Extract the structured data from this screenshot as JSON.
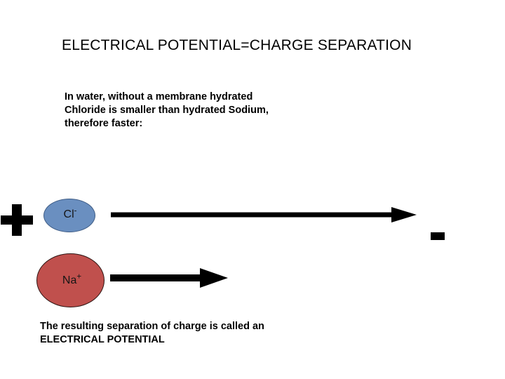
{
  "slide": {
    "title": "ELECTRICAL POTENTIAL=CHARGE SEPARATION",
    "background_color": "#ffffff",
    "intro_text": "In water, without a membrane hydrated\nChloride is smaller  than hydrated Sodium,\ntherefore faster:",
    "conclusion_text": "The resulting separation of charge is called an\nELECTRICAL POTENTIAL"
  },
  "charges": {
    "left_sign": "+",
    "left_sign_name": "plus-sign",
    "right_sign": "−",
    "right_sign_name": "minus-sign",
    "sign_color": "#000000"
  },
  "ions": [
    {
      "id": "chloride",
      "symbol": "Cl",
      "charge": "-",
      "label": "Cl-",
      "fill_color": "#6a8fc0",
      "stroke_color": "#3f5d86",
      "text_color": "#161616"
    },
    {
      "id": "sodium",
      "symbol": "Na",
      "charge": "+",
      "label": "Na+",
      "fill_color": "#c0504d",
      "stroke_color": "#2d1412",
      "text_color": "#161616"
    }
  ],
  "arrows": [
    {
      "id": "chloride-arrow",
      "for_ion": "chloride",
      "direction": "right",
      "relative_length": "long",
      "meaning": "faster migration",
      "color": "#000000"
    },
    {
      "id": "sodium-arrow",
      "for_ion": "sodium",
      "direction": "right",
      "relative_length": "short",
      "meaning": "slower migration",
      "color": "#000000"
    }
  ]
}
